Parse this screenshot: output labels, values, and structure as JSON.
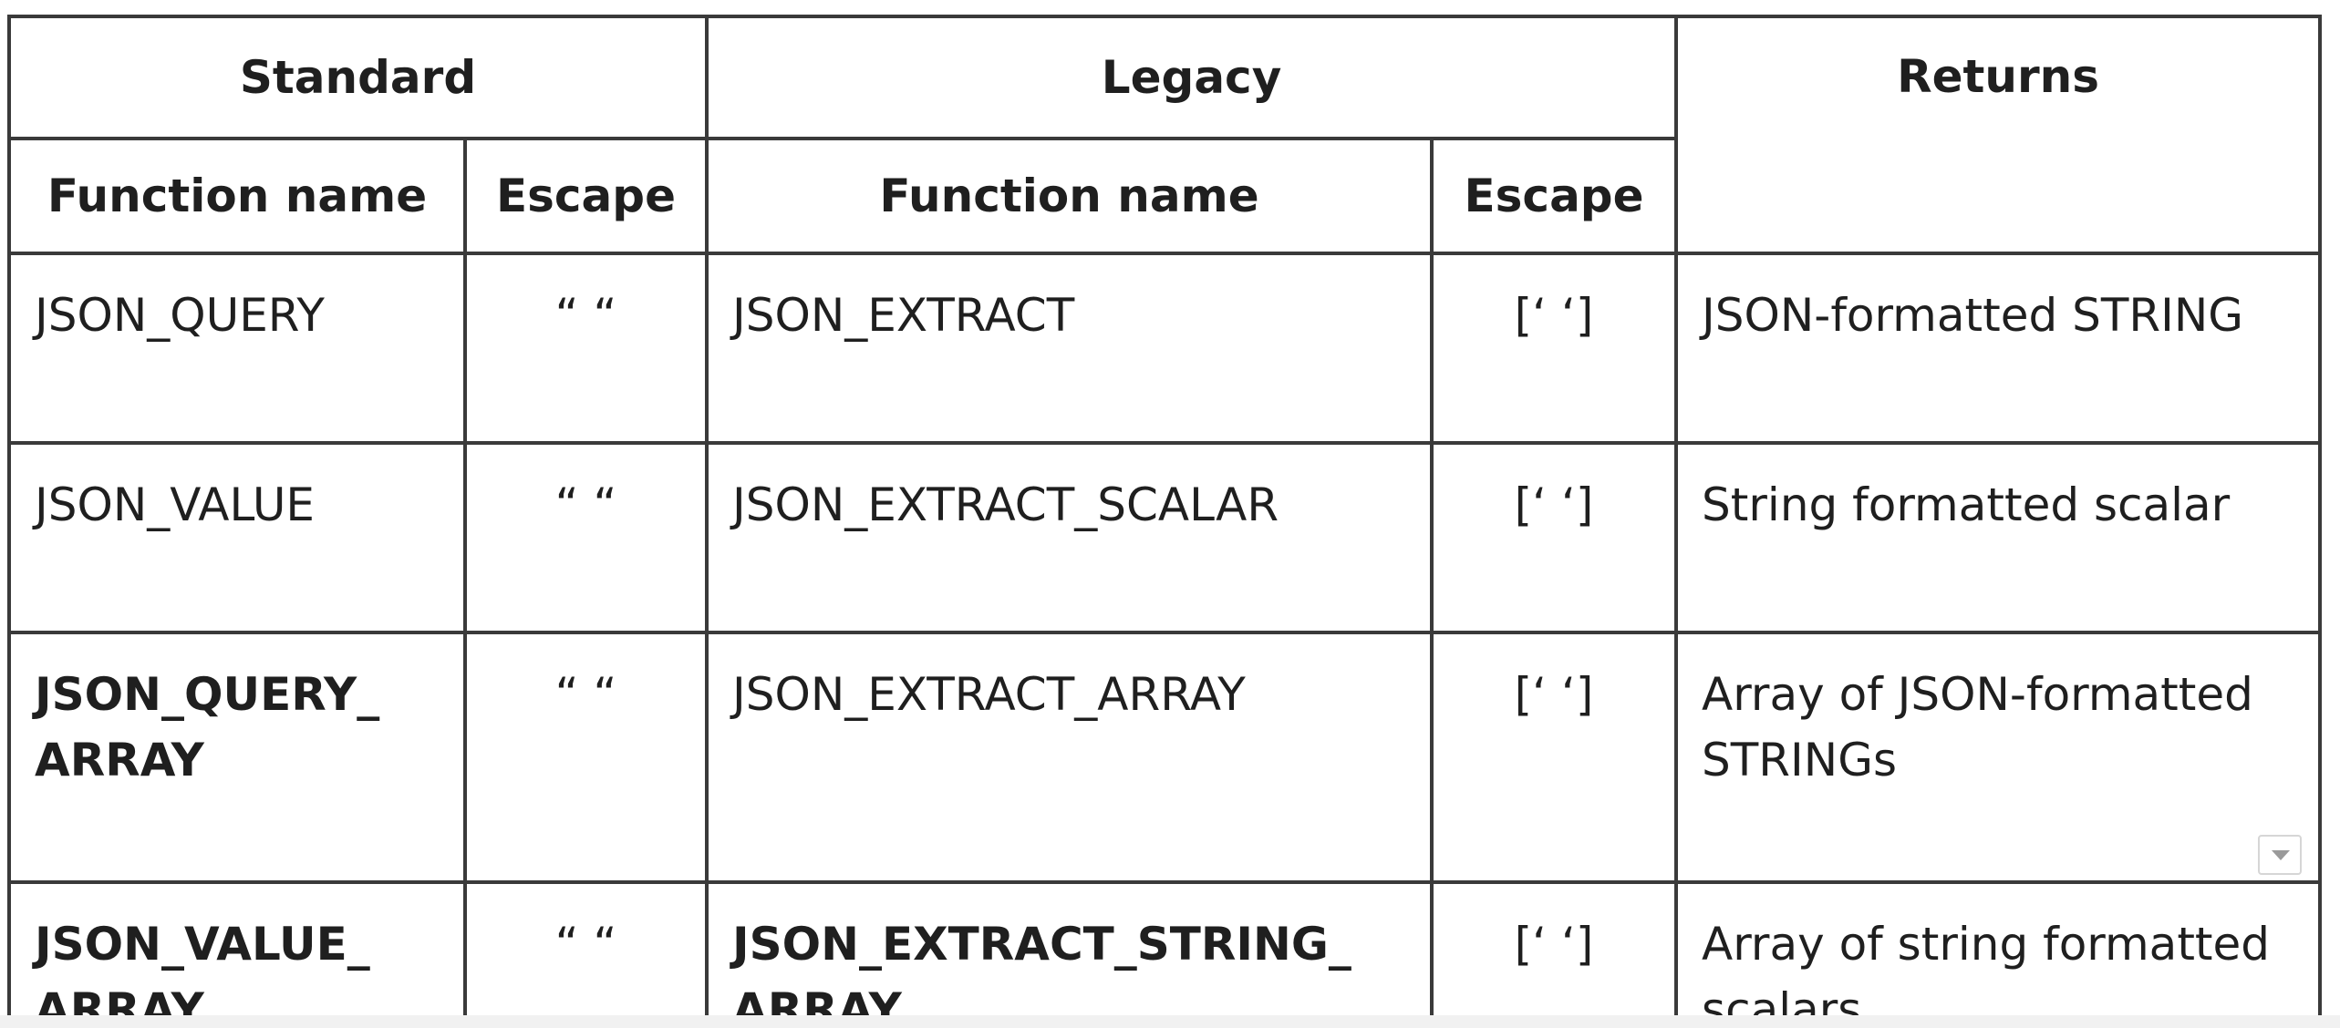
{
  "table": {
    "header_groups": {
      "standard": "Standard",
      "legacy": "Legacy",
      "returns": "Returns"
    },
    "sub_headers": {
      "standard_function": "Function name",
      "standard_escape": "Escape",
      "legacy_function": "Function name",
      "legacy_escape": "Escape"
    },
    "rows": [
      {
        "standard_function": "JSON_QUERY",
        "standard_escape": "“ “",
        "legacy_function": "JSON_EXTRACT",
        "legacy_escape": "[‘ ‘]",
        "returns": "JSON-formatted STRING"
      },
      {
        "standard_function": "JSON_VALUE",
        "standard_escape": "“ “",
        "legacy_function": "JSON_EXTRACT_SCALAR",
        "legacy_escape": "[‘ ‘]",
        "returns": "String formatted scalar"
      },
      {
        "standard_function": "JSON_QUERY_ ARRAY",
        "standard_escape": "“ “",
        "legacy_function": "JSON_EXTRACT_ARRAY",
        "legacy_escape": "[‘ ‘]",
        "returns": "Array of JSON-formatted STRINGs"
      },
      {
        "standard_function": "JSON_VALUE_ ARRAY",
        "standard_escape": "“ “",
        "legacy_function": "JSON_EXTRACT_STRING_ ARRAY",
        "legacy_escape": "[‘ ‘]",
        "returns": "Array of string formatted scalars"
      }
    ]
  },
  "icons": {
    "dropdown": "chevron-down-icon"
  }
}
